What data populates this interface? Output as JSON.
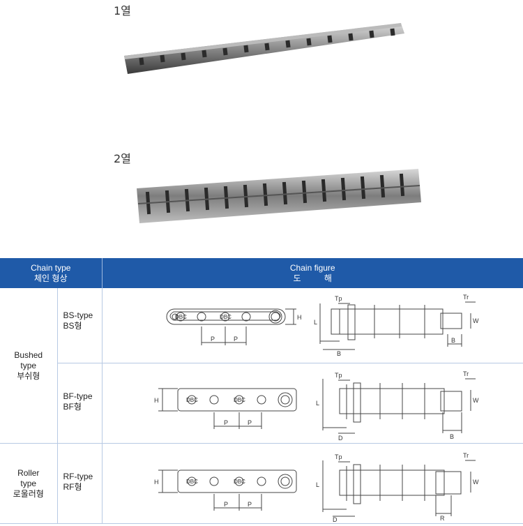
{
  "photos": {
    "single": {
      "label": "1열"
    },
    "double": {
      "label": "2열"
    }
  },
  "table": {
    "header": {
      "type_en": "Chain type",
      "type_ko": "체인 형상",
      "figure_en": "Chain figure",
      "figure_ko": "도          해"
    },
    "groups": [
      {
        "name_en": "Bushed",
        "name_en2": "type",
        "name_ko": "부쉬형"
      },
      {
        "name_en": "Roller",
        "name_en2": "type",
        "name_ko": "로울러형"
      }
    ],
    "rows": [
      {
        "type_en": "BS-type",
        "type_ko": "BS형",
        "dim_left": [
          "P",
          "P",
          "H",
          "DBC",
          "DBC"
        ],
        "dim_right": [
          "Tp",
          "Tr",
          "L",
          "W",
          "B",
          "B"
        ]
      },
      {
        "type_en": "BF-type",
        "type_ko": "BF형",
        "dim_left": [
          "P",
          "P",
          "H",
          "DBC",
          "DBC"
        ],
        "dim_right": [
          "Tp",
          "Tr",
          "L",
          "W",
          "D",
          "B"
        ]
      },
      {
        "type_en": "RF-type",
        "type_ko": "RF형",
        "dim_left": [
          "P",
          "P",
          "H",
          "DBC",
          "DBC"
        ],
        "dim_right": [
          "Tp",
          "Tr",
          "L",
          "W",
          "D",
          "R"
        ]
      }
    ]
  },
  "colors": {
    "header_bg": "#1f5aa8",
    "header_text": "#ffffff",
    "border": "#b7c9e3"
  }
}
